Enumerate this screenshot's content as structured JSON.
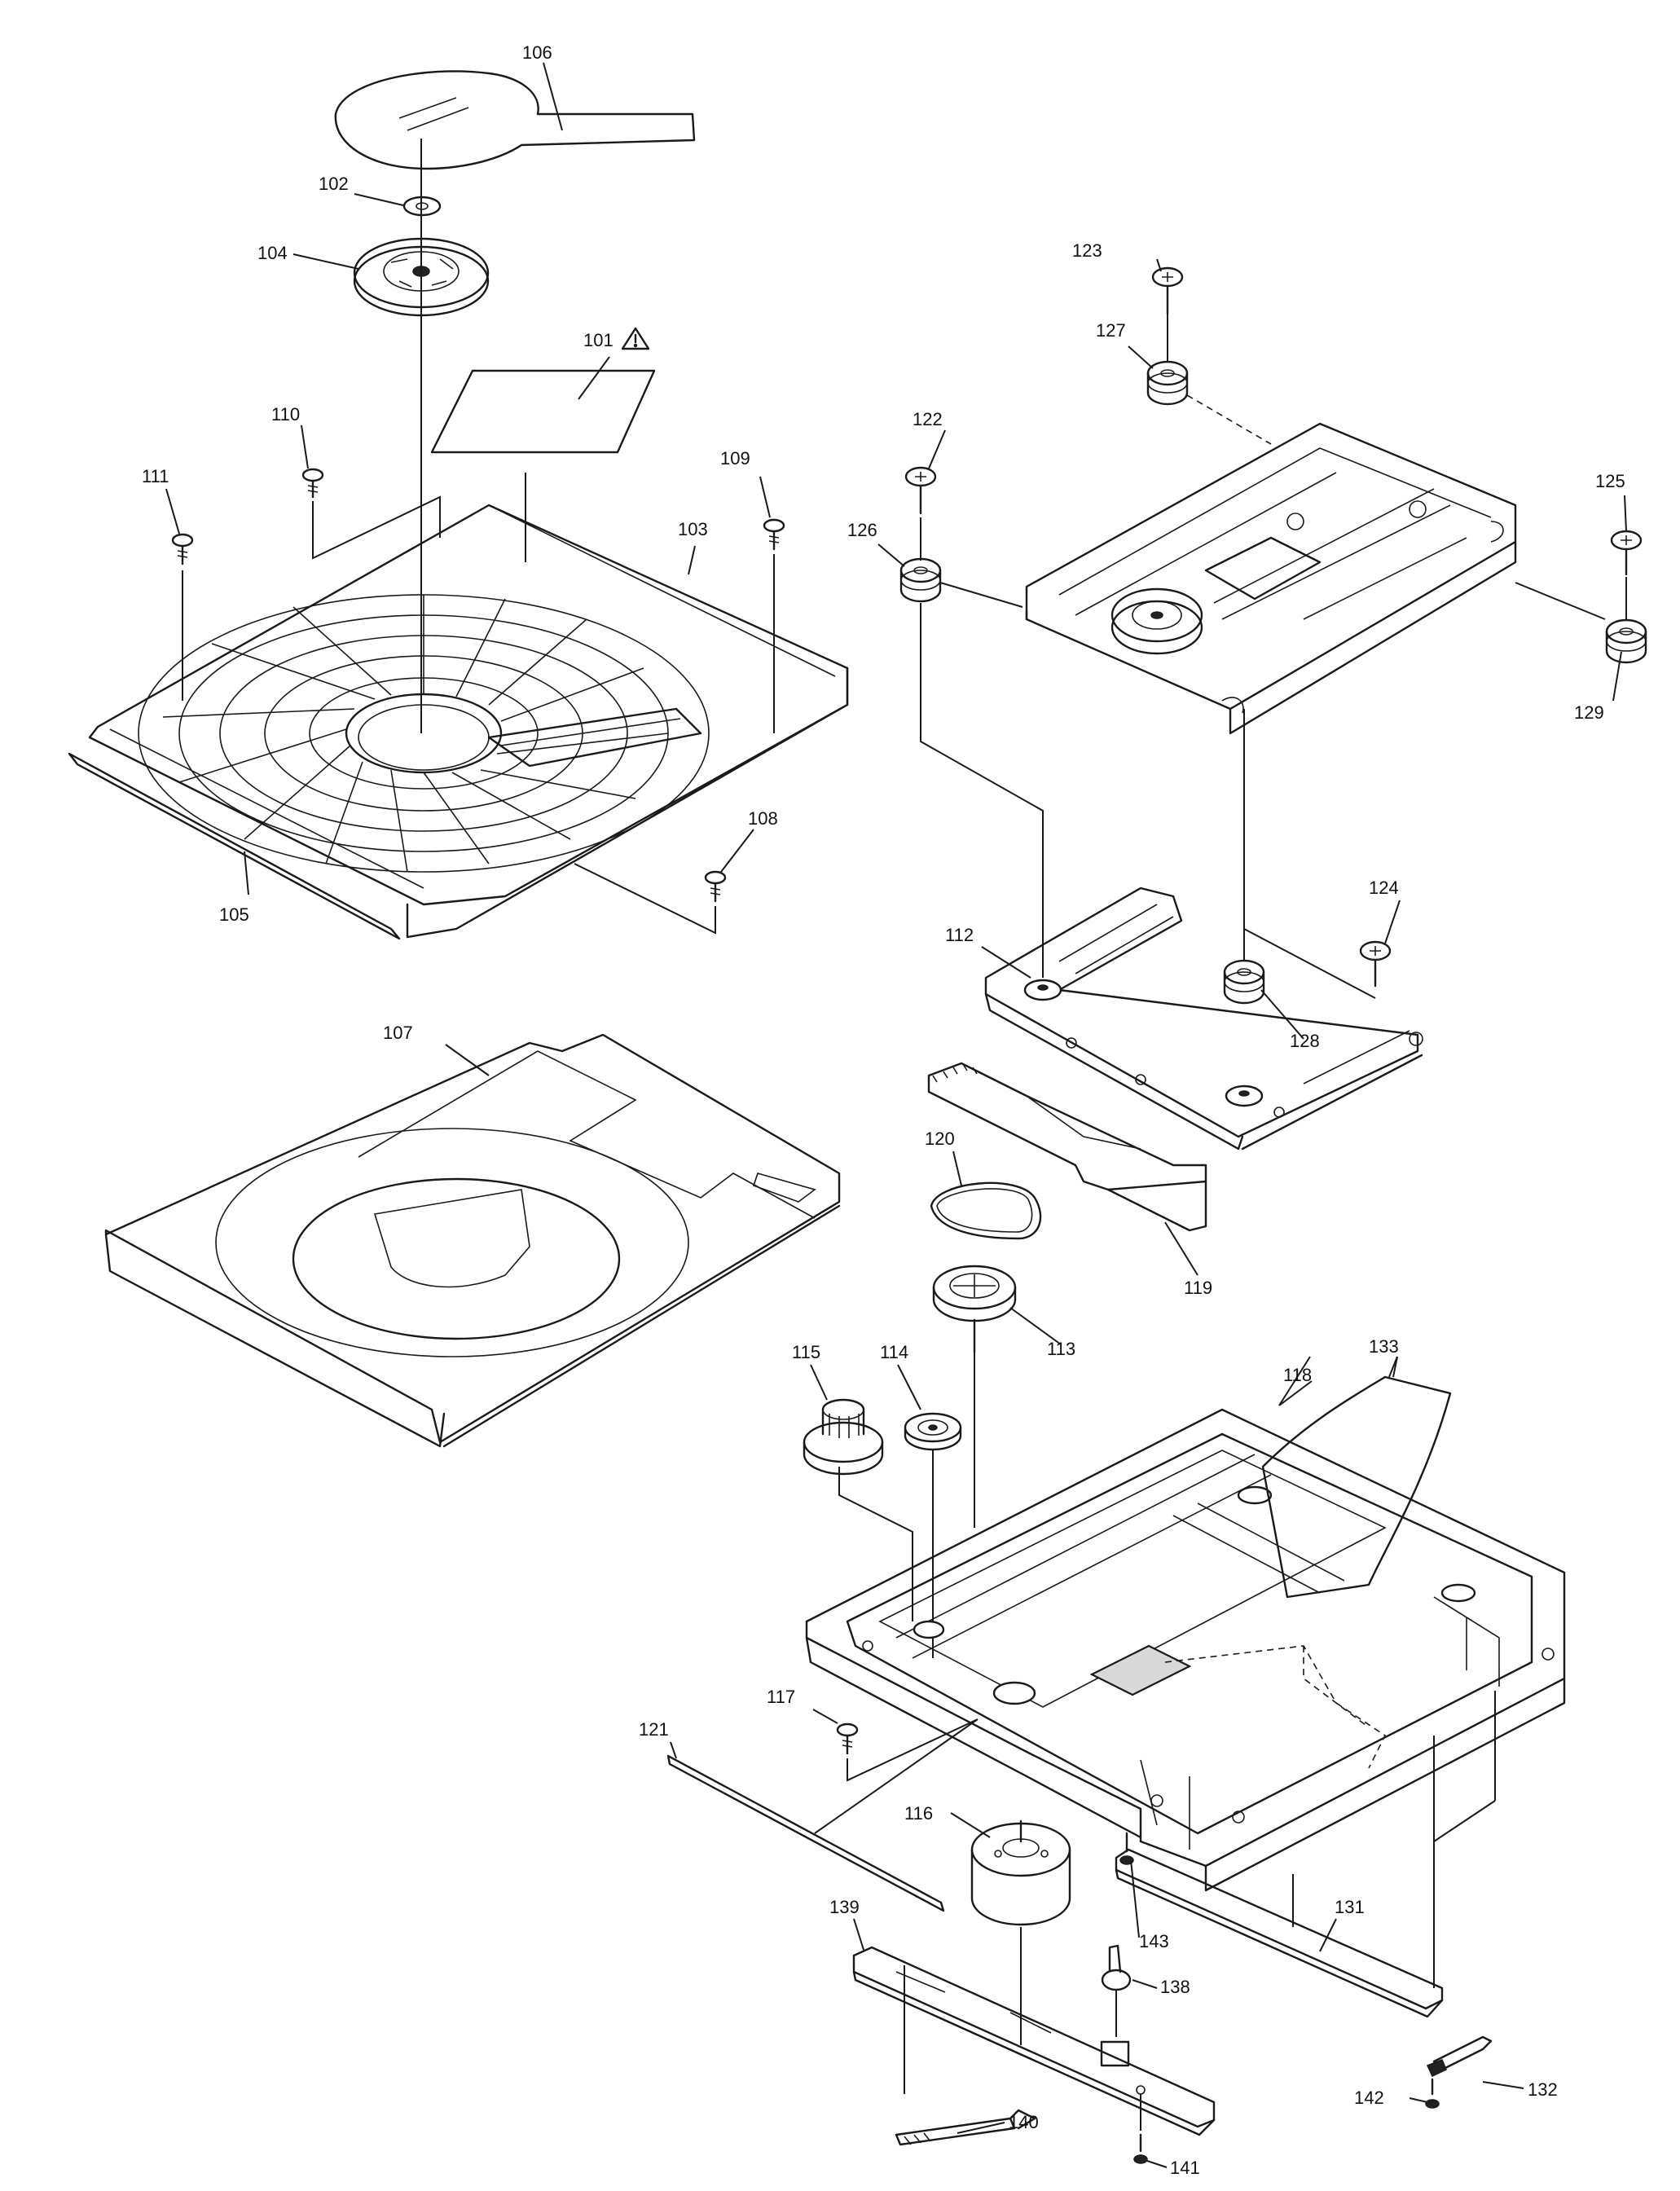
{
  "callouts": [
    {
      "id": "101",
      "text": "101"
    },
    {
      "id": "102",
      "text": "102"
    },
    {
      "id": "103",
      "text": "103"
    },
    {
      "id": "104",
      "text": "104"
    },
    {
      "id": "105",
      "text": "105"
    },
    {
      "id": "106",
      "text": "106"
    },
    {
      "id": "107",
      "text": "107"
    },
    {
      "id": "108",
      "text": "108"
    },
    {
      "id": "109",
      "text": "109"
    },
    {
      "id": "110",
      "text": "110"
    },
    {
      "id": "111",
      "text": "111"
    },
    {
      "id": "112",
      "text": "112"
    },
    {
      "id": "113",
      "text": "113"
    },
    {
      "id": "114",
      "text": "114"
    },
    {
      "id": "115",
      "text": "115"
    },
    {
      "id": "116",
      "text": "116"
    },
    {
      "id": "117",
      "text": "117"
    },
    {
      "id": "118",
      "text": "118"
    },
    {
      "id": "119",
      "text": "119"
    },
    {
      "id": "120",
      "text": "120"
    },
    {
      "id": "121",
      "text": "121"
    },
    {
      "id": "122",
      "text": "122"
    },
    {
      "id": "123",
      "text": "123"
    },
    {
      "id": "124",
      "text": "124"
    },
    {
      "id": "125",
      "text": "125"
    },
    {
      "id": "126",
      "text": "126"
    },
    {
      "id": "127",
      "text": "127"
    },
    {
      "id": "128",
      "text": "128"
    },
    {
      "id": "129",
      "text": "129"
    },
    {
      "id": "131",
      "text": "131"
    },
    {
      "id": "132",
      "text": "132"
    },
    {
      "id": "133",
      "text": "133"
    },
    {
      "id": "138",
      "text": "138"
    },
    {
      "id": "139",
      "text": "139"
    },
    {
      "id": "140",
      "text": "140"
    },
    {
      "id": "141",
      "text": "141"
    },
    {
      "id": "142",
      "text": "142"
    },
    {
      "id": "143",
      "text": "143"
    }
  ],
  "safety_symbol": "warning-triangle-icon"
}
